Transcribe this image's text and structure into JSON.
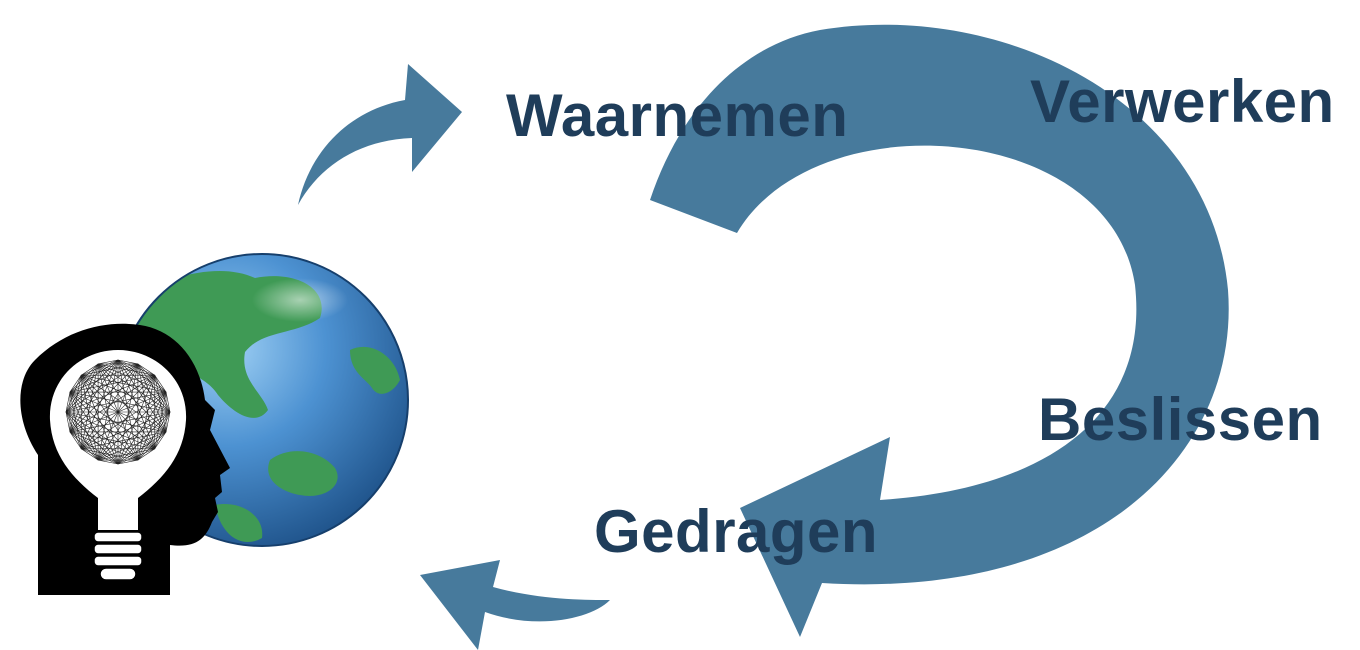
{
  "colors": {
    "arrow": "#477a9c",
    "label_text": "#1f3d5a",
    "ocean": "#4d92d2",
    "land": "#3f9a55",
    "silhouette": "#000000",
    "bulb": "#ffffff"
  },
  "cycle": {
    "steps": [
      {
        "label": "Waarnemen"
      },
      {
        "label": "Verwerken"
      },
      {
        "label": "Beslissen"
      },
      {
        "label": "Gedragen"
      }
    ]
  },
  "icons": [
    "globe-icon",
    "head-lightbulb-icon",
    "small-curved-arrow-icon",
    "circular-arrow-icon"
  ]
}
